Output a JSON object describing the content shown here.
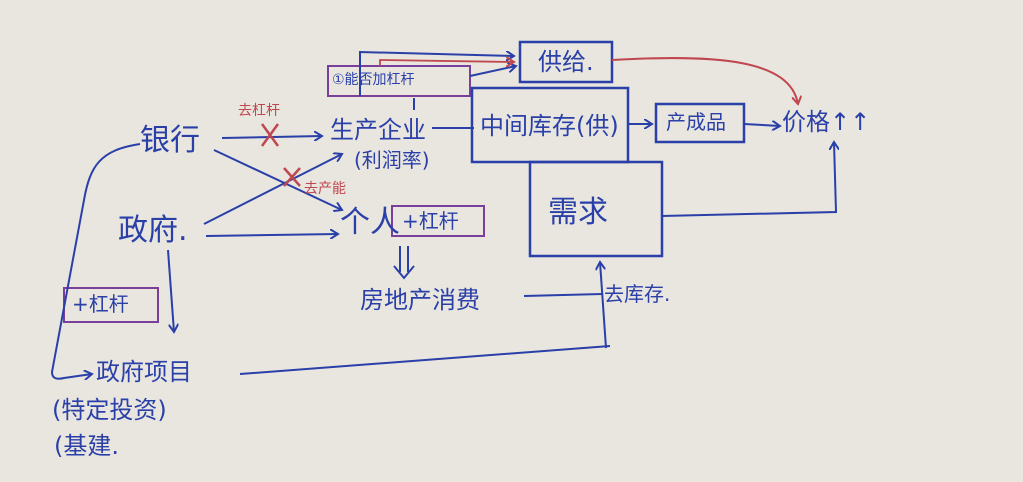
{
  "nodes": {
    "bank": "银行",
    "government": "政府.",
    "enterprise": "生产企业",
    "profit_rate": "(利润率)",
    "residents": "个人",
    "residents_leverage": "+杠杆",
    "real_estate": "房地产消费",
    "gov_projects": "政府项目",
    "gov_projects_note1": "(特定投资)",
    "gov_projects_note2": "(基建.",
    "gov_leverage": "+杠杆",
    "supply": "供给.",
    "inventory": "中间库存(供)",
    "demand": "需求",
    "finished_goods": "产成品",
    "price": "价格↑↑",
    "add_leverage": "①能否加杠杆"
  },
  "annotations": {
    "deleverage": "去杠杆",
    "de_capacity": "去产能",
    "de_inventory": "去库存."
  },
  "colors": {
    "ink_blue": "#2a3fa8",
    "ink_red": "#c0474f",
    "box_purple": "#7a3f9a",
    "paper": "#e8e6df"
  }
}
